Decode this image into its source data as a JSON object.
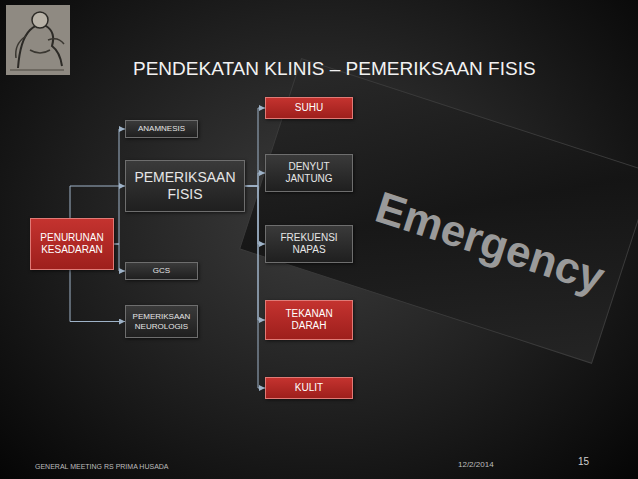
{
  "diagram": {
    "title": "PENDEKATAN KLINIS – PEMERIKSAAN FISIS",
    "nodes": [
      {
        "text": [
          "PENURUNAN KESADARAN"
        ]
      },
      {
        "text": [
          "ANAMNESIS"
        ]
      },
      {
        "text": [
          "PEMERIKSAAN FISIS"
        ]
      },
      {
        "text": [
          "GCS"
        ]
      },
      {
        "text": [
          "PEMERIKSAAN NEUROLOGIS"
        ]
      },
      {
        "text": [
          "SUHU"
        ]
      },
      {
        "text": [
          "DENYUT JANTUNG"
        ]
      },
      {
        "text": [
          "FREKUENSI NAPAS"
        ]
      },
      {
        "text": [
          "TEKANAN DARAH"
        ]
      },
      {
        "text": [
          "KULIT"
        ]
      }
    ],
    "edges": [
      {
        "from": 0,
        "to": 1,
        "arrow": "to"
      },
      {
        "from": 0,
        "to": 2,
        "arrow": "to"
      },
      {
        "from": 0,
        "to": 3,
        "arrow": "to"
      },
      {
        "from": 0,
        "to": 4,
        "arrow": "to"
      },
      {
        "from": 2,
        "to": 5,
        "arrow": "to"
      },
      {
        "from": 2,
        "to": 6,
        "arrow": "to"
      },
      {
        "from": 2,
        "to": 7,
        "arrow": "to"
      },
      {
        "from": 2,
        "to": 8,
        "arrow": "to"
      },
      {
        "from": 2,
        "to": 9,
        "arrow": "to"
      }
    ],
    "labels": [
      "Emergency",
      "GENERAL MEETING RS PRIMA HUSADA",
      "12/2/2014",
      "15"
    ]
  }
}
